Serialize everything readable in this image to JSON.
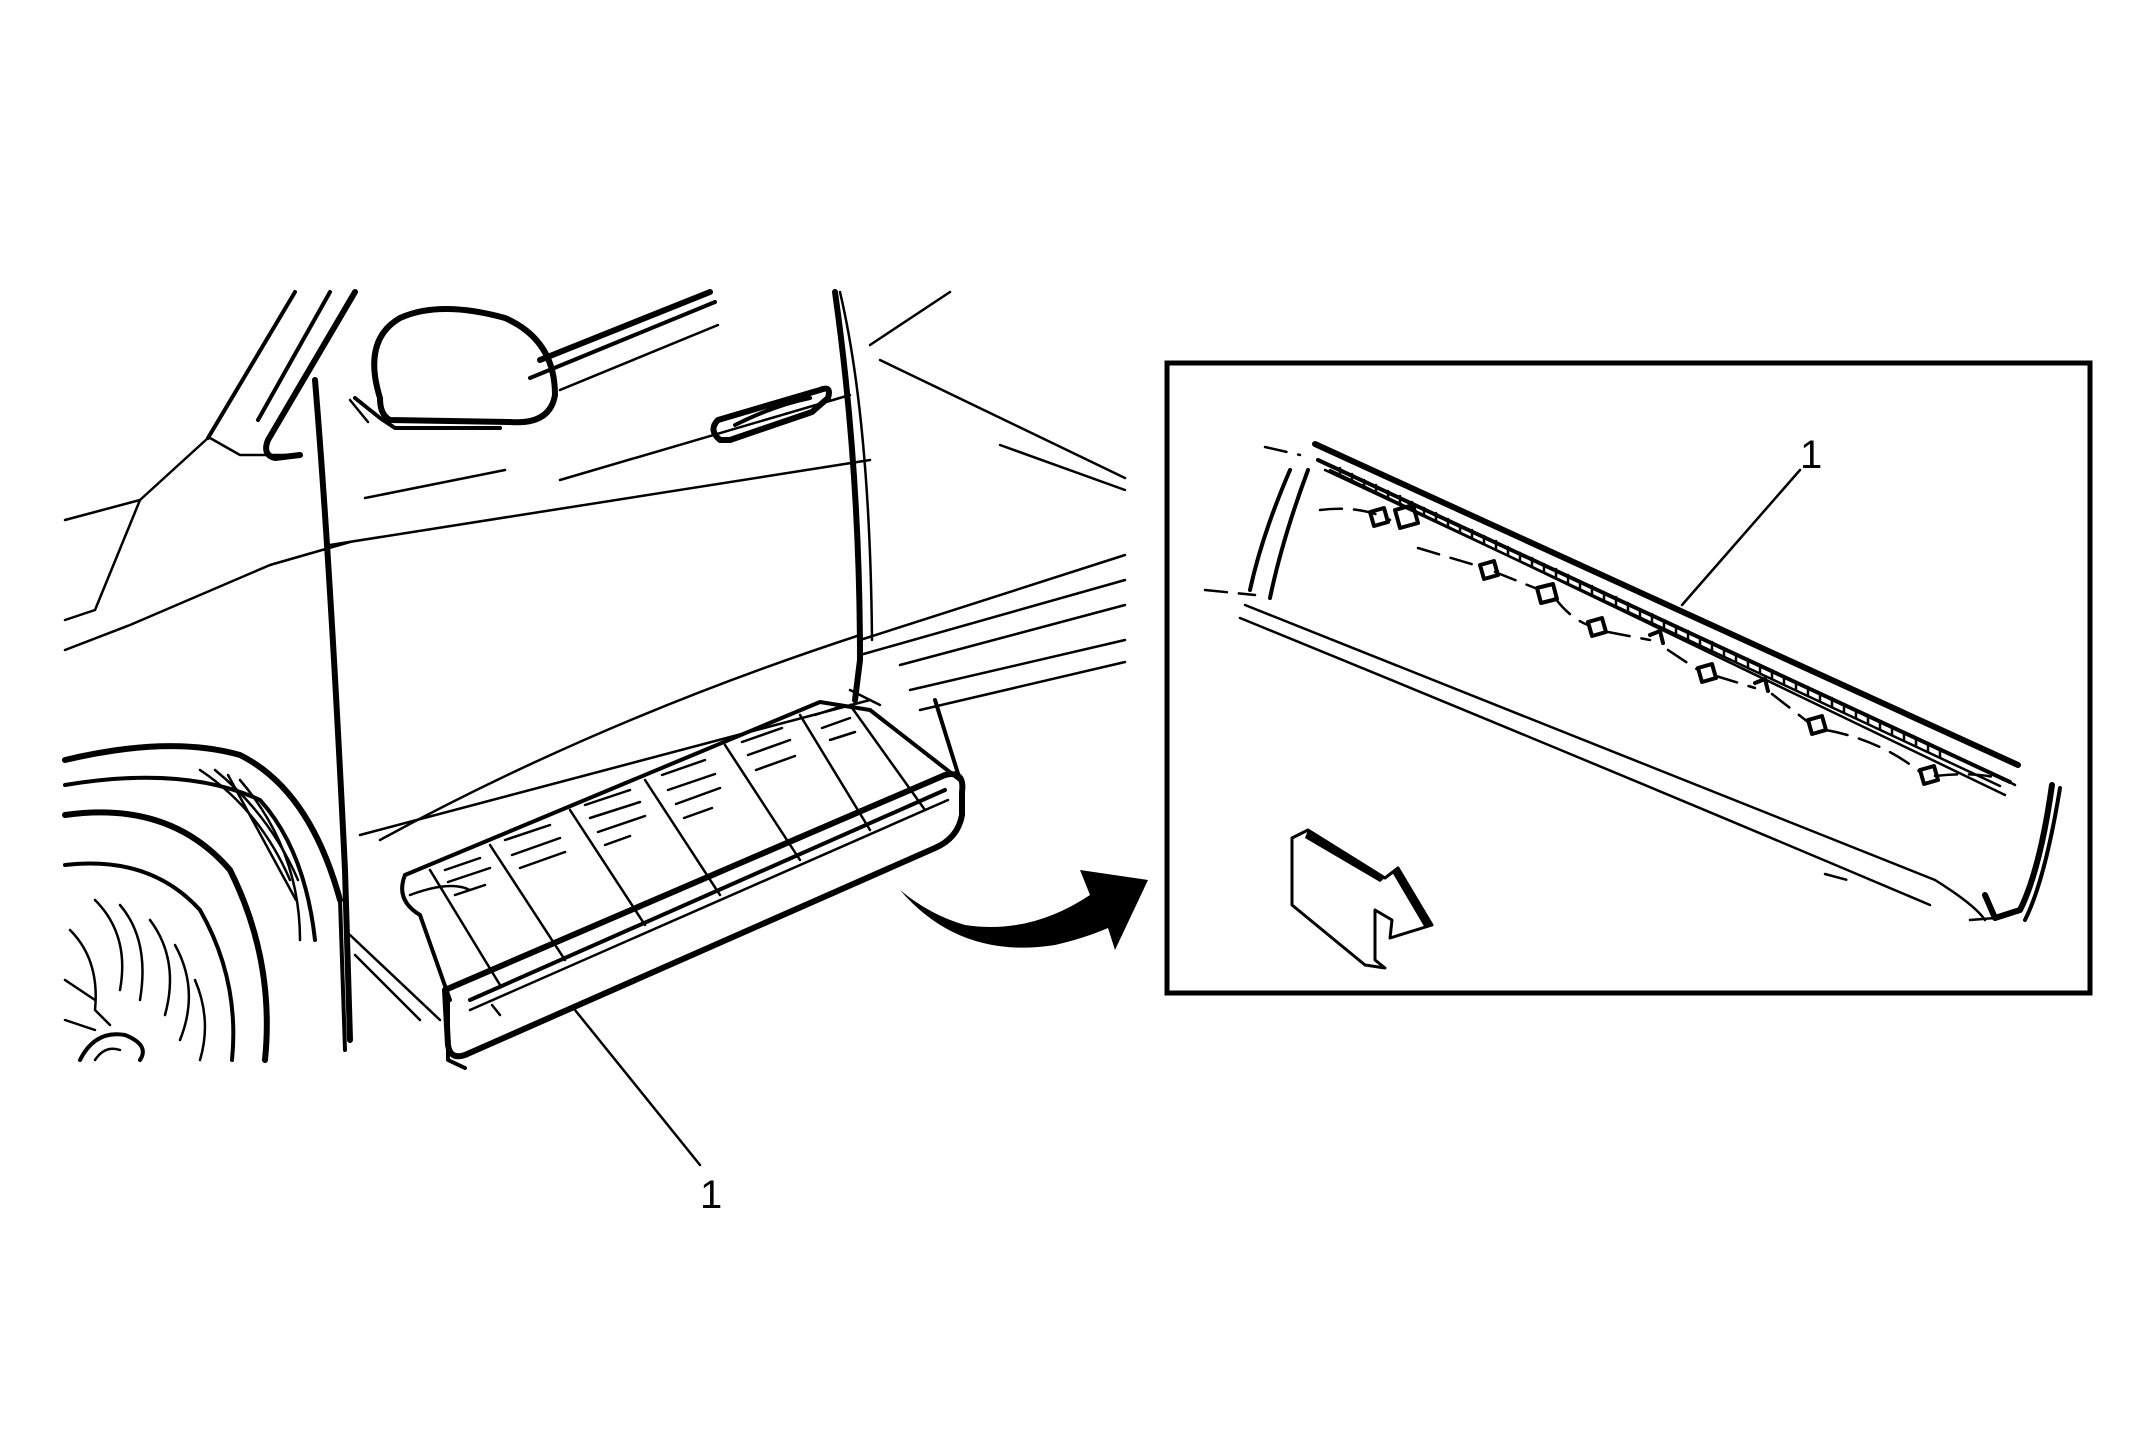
{
  "diagram": {
    "callouts": [
      {
        "id": "callout-1-main",
        "label": "1"
      },
      {
        "id": "callout-1-detail",
        "label": "1"
      }
    ],
    "colors": {
      "ink": "#000000",
      "paper": "#ffffff"
    },
    "icons": [
      "removal-direction-arrow-icon",
      "detail-view-arrow-icon"
    ]
  }
}
